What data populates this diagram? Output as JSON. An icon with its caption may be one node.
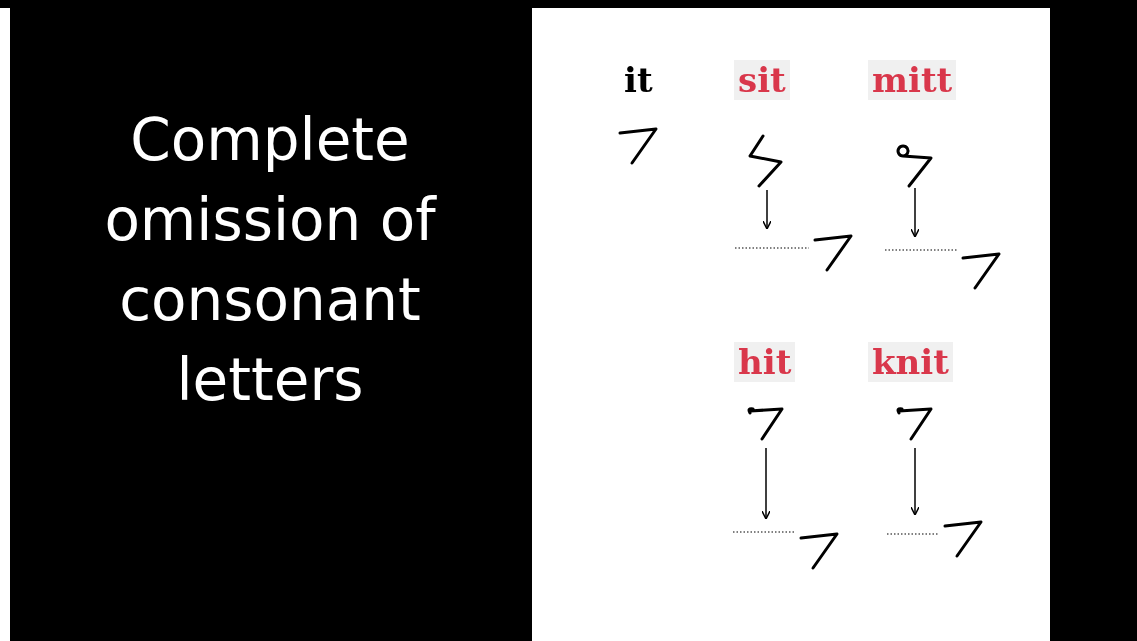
{
  "diagram": {
    "title": "Complete omission of consonant letters",
    "nodes": [
      {
        "text": [],
        "shape": "picture"
      },
      {
        "text": [],
        "shape": "picture"
      },
      {
        "text": [],
        "shape": "picture"
      },
      {
        "text": [],
        "shape": "picture"
      },
      {
        "text": [],
        "shape": "picture"
      },
      {
        "text": [],
        "shape": "picture"
      },
      {
        "text": [],
        "shape": "picture"
      },
      {
        "text": [],
        "shape": "picture"
      },
      {
        "text": [],
        "shape": "picture"
      }
    ],
    "edges": [
      {
        "from": 1,
        "to": 3,
        "arrow": "to"
      },
      {
        "from": 2,
        "to": 4,
        "arrow": "to"
      },
      {
        "from": 5,
        "to": 7,
        "arrow": "to"
      },
      {
        "from": 6,
        "to": 8,
        "arrow": "to"
      }
    ],
    "labels": [
      "it",
      "sit",
      "mitt",
      "hit",
      "knit"
    ]
  }
}
